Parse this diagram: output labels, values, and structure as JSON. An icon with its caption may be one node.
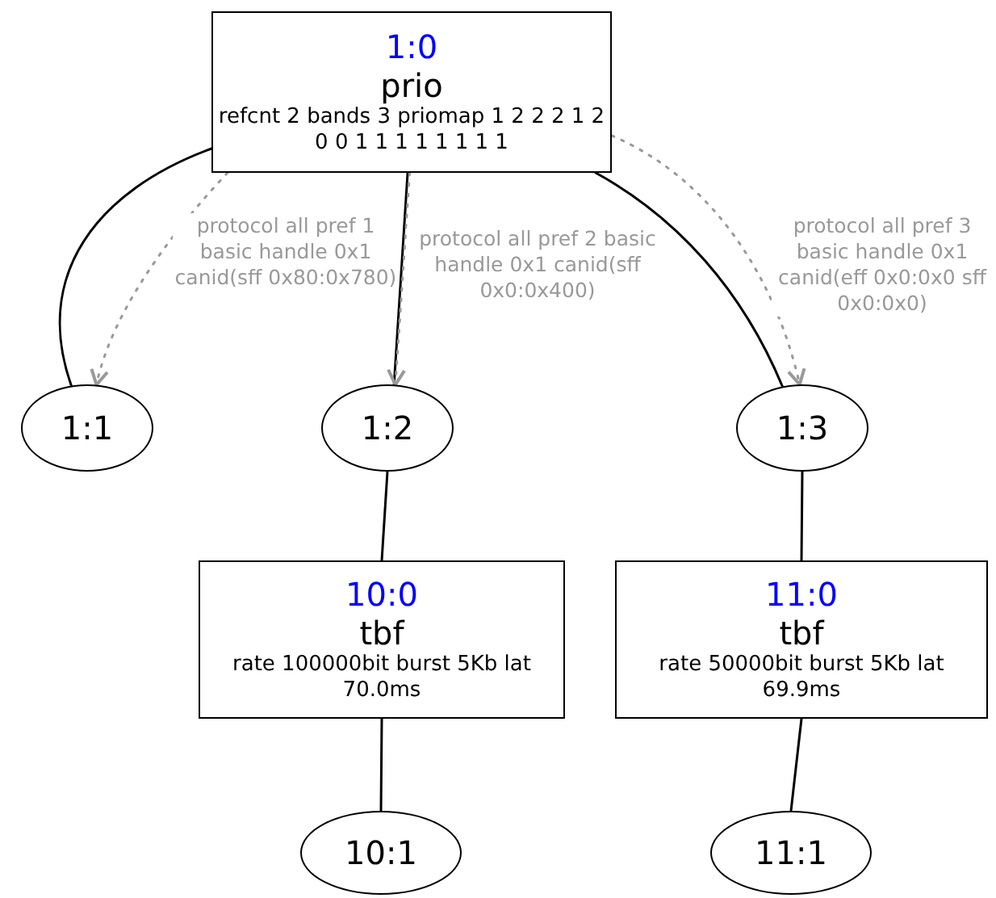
{
  "diagram": {
    "nodes": [
      {
        "text": [
          "1:0",
          "prio",
          "refcnt 2 bands 3 priomap 1 2 2 2 1 2 0 0 1 1 1 1 1 1 1 1"
        ]
      },
      {
        "text": [
          "1:1"
        ]
      },
      {
        "text": [
          "1:2"
        ]
      },
      {
        "text": [
          "1:3"
        ]
      },
      {
        "text": [
          "10:0",
          "tbf",
          "rate 100000bit burst 5Kb lat 70.0ms"
        ]
      },
      {
        "text": [
          "11:0",
          "tbf",
          "rate 50000bit burst 5Kb lat 69.9ms"
        ]
      },
      {
        "text": [
          "10:1"
        ]
      },
      {
        "text": [
          "11:1"
        ]
      }
    ],
    "edges": [
      {
        "from": 0,
        "to": 1,
        "arrow": "none"
      },
      {
        "from": 0,
        "to": 2,
        "arrow": "none"
      },
      {
        "from": 0,
        "to": 3,
        "arrow": "none"
      },
      {
        "from": 0,
        "to": 1,
        "arrow": "to",
        "label": "protocol all pref 1 basic handle 0x1 canid(sff 0x80:0x780)",
        "style": "dashed",
        "color": "#999999"
      },
      {
        "from": 0,
        "to": 2,
        "arrow": "to",
        "label": "protocol all pref 2 basic handle 0x1 canid(sff 0x0:0x400)",
        "style": "dashed",
        "color": "#999999"
      },
      {
        "from": 0,
        "to": 3,
        "arrow": "to",
        "label": "protocol all pref 3 basic handle 0x1 canid(eff 0x0:0x0 sff 0x0:0x0)",
        "style": "dashed",
        "color": "#999999"
      },
      {
        "from": 2,
        "to": 4,
        "arrow": "none"
      },
      {
        "from": 3,
        "to": 5,
        "arrow": "none"
      },
      {
        "from": 4,
        "to": 6,
        "arrow": "none"
      },
      {
        "from": 5,
        "to": 7,
        "arrow": "none"
      }
    ]
  }
}
